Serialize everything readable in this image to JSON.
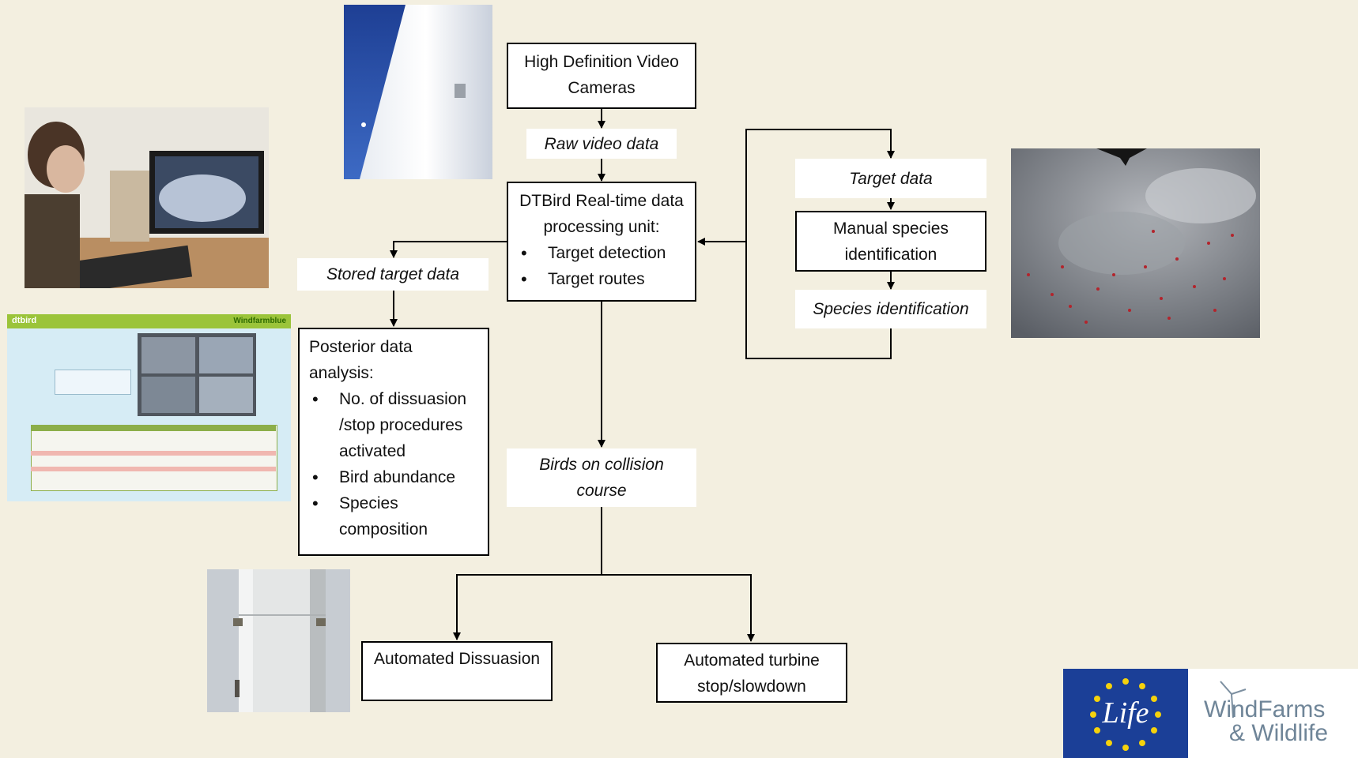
{
  "nodes": {
    "cameras": "High Definition Video Cameras",
    "raw_video": "Raw video data",
    "processing": {
      "title": "DTBird Real-time data processing unit:",
      "items": [
        "Target detection",
        "Target routes"
      ]
    },
    "stored": "Stored target data",
    "posterior": {
      "title": "Posterior data analysis:",
      "items": [
        "No. of dissuasion /stop procedures activated",
        "Bird abundance",
        "Species composition"
      ]
    },
    "target_data": "Target data",
    "manual_id": "Manual species identification",
    "species_id": "Species identification",
    "birds_course": "Birds on collision course",
    "dissuasion": "Automated Dissuasion",
    "turbine_stop": "Automated turbine stop/slowdown"
  },
  "screen": {
    "logo": "dtbird",
    "site": "Windfarmblue"
  },
  "logos": {
    "life": "Life",
    "windfarms_line1": "WindFarms",
    "windfarms_line2": "& Wildlife"
  },
  "colors": {
    "background": "#f3efe0",
    "box_border": "#000000",
    "eu_blue": "#1b3f97",
    "eu_star": "#f5d20c"
  }
}
